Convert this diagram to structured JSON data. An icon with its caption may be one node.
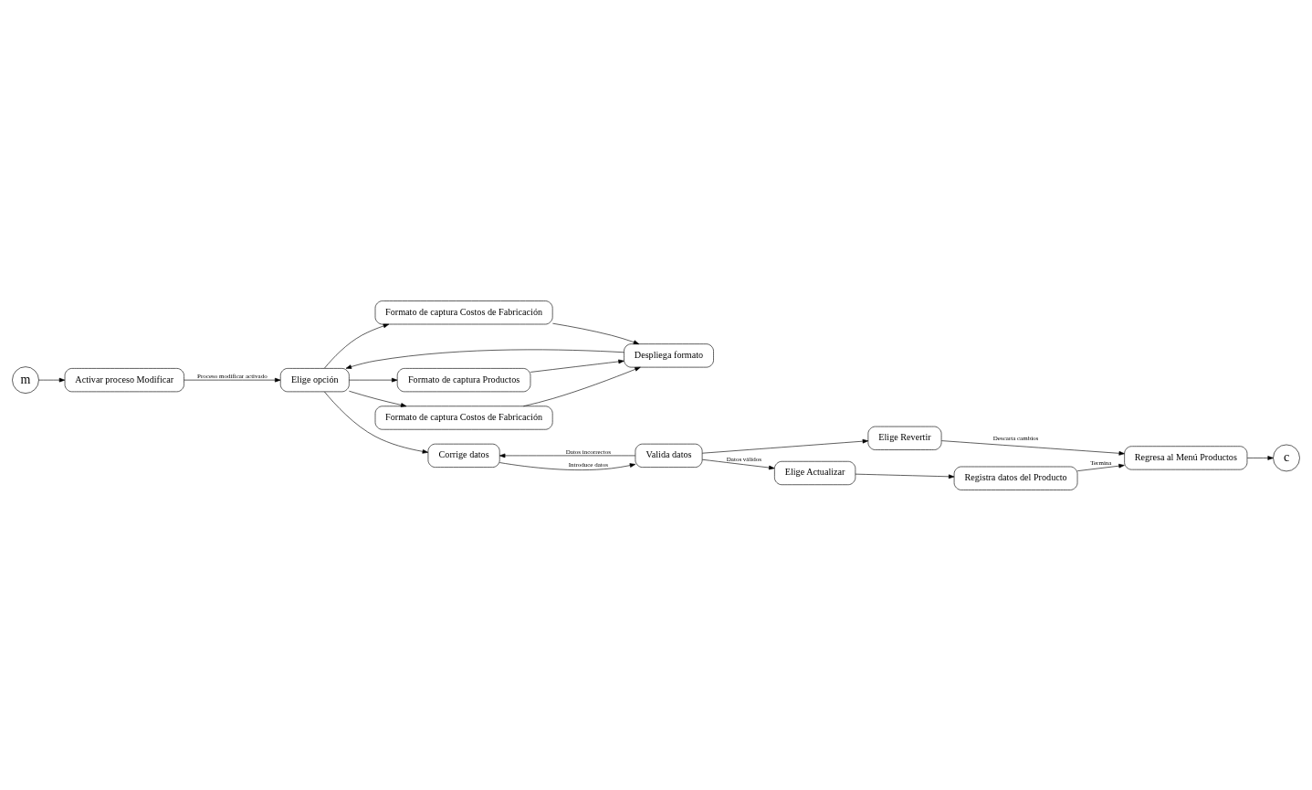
{
  "diagram": {
    "nodes": [
      {
        "text": [
          "m"
        ]
      },
      {
        "text": [
          "Activar proceso Modificar"
        ]
      },
      {
        "text": [
          "Elige opción"
        ]
      },
      {
        "text": [
          "Formato de captura Productos"
        ]
      },
      {
        "text": [
          "Formato de captura Costos de Fabricación"
        ]
      },
      {
        "text": [
          "Despliega formato"
        ]
      },
      {
        "text": [
          "Formato de captura Costos de Fabricación"
        ]
      },
      {
        "text": [
          "Corrige datos"
        ]
      },
      {
        "text": [
          "Elige Revertir"
        ]
      },
      {
        "text": [
          "Regresa al Menú Productos"
        ]
      },
      {
        "text": [
          "c"
        ]
      },
      {
        "text": [
          "Valida datos"
        ]
      },
      {
        "text": [
          "Elige Actualizar"
        ]
      },
      {
        "text": [
          "Registra datos del Producto"
        ]
      }
    ],
    "edges": [
      {
        "from": 0,
        "to": 1,
        "arrow": "to"
      },
      {
        "from": 1,
        "to": 2,
        "arrow": "to",
        "label": "Proceso modificar activado"
      },
      {
        "from": 2,
        "to": 3,
        "arrow": "to"
      },
      {
        "from": 2,
        "to": 4,
        "arrow": "to"
      },
      {
        "from": 2,
        "to": 6,
        "arrow": "to"
      },
      {
        "from": 3,
        "to": 5,
        "arrow": "to"
      },
      {
        "from": 4,
        "to": 5,
        "arrow": "to"
      },
      {
        "from": 6,
        "to": 5,
        "arrow": "to"
      },
      {
        "from": 5,
        "to": 2,
        "arrow": "to"
      },
      {
        "from": 2,
        "to": 7,
        "arrow": "to"
      },
      {
        "from": 7,
        "to": 11,
        "arrow": "to",
        "label": "Introduce datos"
      },
      {
        "from": 11,
        "to": 7,
        "arrow": "to",
        "label": "Datos incorrectos"
      },
      {
        "from": 11,
        "to": 8,
        "arrow": "to"
      },
      {
        "from": 8,
        "to": 9,
        "arrow": "to",
        "label": "Descarta cambios"
      },
      {
        "from": 11,
        "to": 12,
        "arrow": "to",
        "label": "Datos válidos"
      },
      {
        "from": 12,
        "to": 13,
        "arrow": "to"
      },
      {
        "from": 13,
        "to": 9,
        "arrow": "to",
        "label": "Termina"
      },
      {
        "from": 9,
        "to": 10,
        "arrow": "to"
      }
    ]
  }
}
